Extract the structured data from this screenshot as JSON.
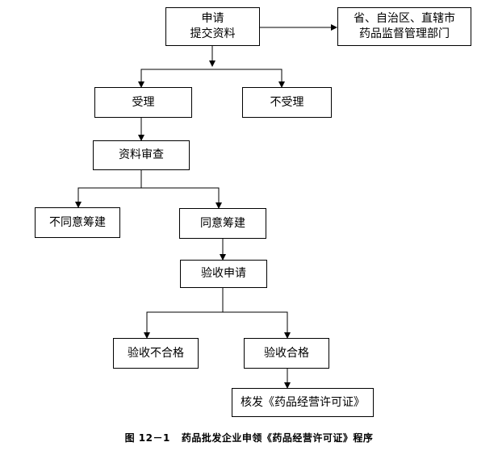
{
  "nodes": {
    "apply": {
      "line1": "申请",
      "line2": "提交资料"
    },
    "authority": {
      "line1": "省、自治区、直辖市",
      "line2": "药品监督管理部门"
    },
    "accept": {
      "label": "受理"
    },
    "reject": {
      "label": "不受理"
    },
    "review": {
      "label": "资料审查"
    },
    "disagree": {
      "label": "不同意筹建"
    },
    "agree": {
      "label": "同意筹建"
    },
    "inspect_apply": {
      "label": "验收申请"
    },
    "inspect_fail": {
      "label": "验收不合格"
    },
    "inspect_pass": {
      "label": "验收合格"
    },
    "issue": {
      "label": "核发《药品经营许可证》"
    }
  },
  "caption": "图 12－1   药品批发企业申领《药品经营许可证》程序"
}
